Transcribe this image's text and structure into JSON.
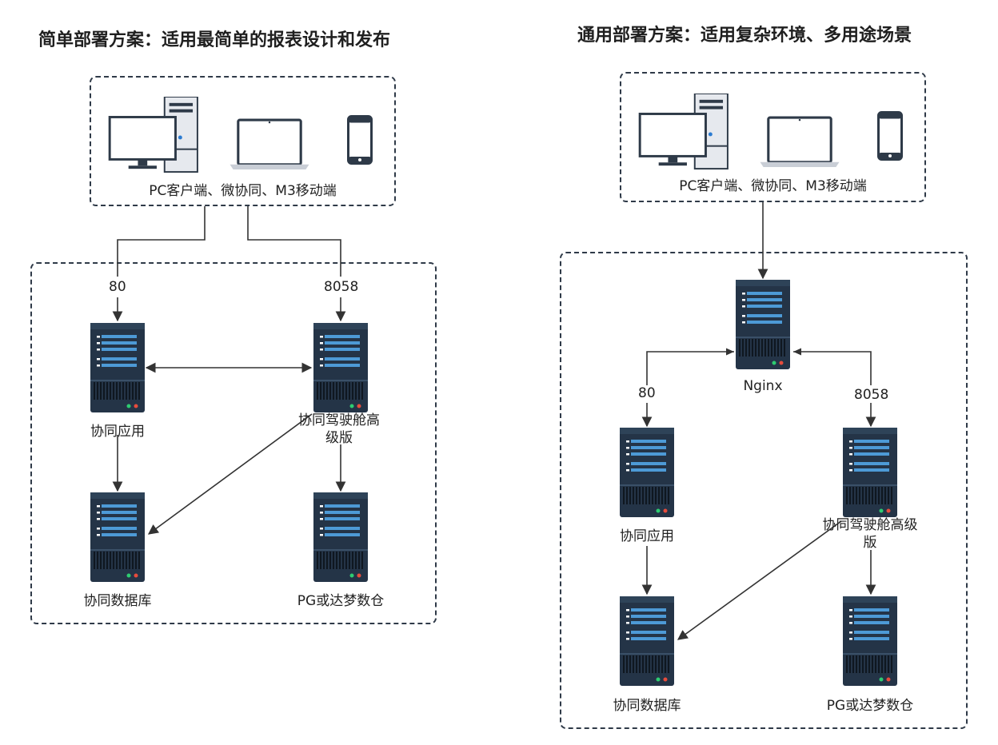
{
  "left": {
    "title": "简单部署方案：适用最简单的报表设计和发布",
    "clients_label": "PC客户端、微协同、M3移动端",
    "port_a": "80",
    "port_b": "8058",
    "nodes": {
      "app": "协同应用",
      "cockpit": "协同驾驶舱高级版",
      "db": "协同数据库",
      "warehouse": "PG或达梦数仓"
    }
  },
  "right": {
    "title": "通用部署方案：适用复杂环境、多用途场景",
    "clients_label": "PC客户端、微协同、M3移动端",
    "port_a": "80",
    "port_b": "8058",
    "nodes": {
      "nginx": "Nginx",
      "app": "协同应用",
      "cockpit": "协同驾驶舱高级版",
      "db": "协同数据库",
      "warehouse": "PG或达梦数仓"
    }
  },
  "colors": {
    "server_dark": "#243447",
    "server_stripe": "#4d9ad6",
    "line": "#333333",
    "border": "#2f3a48"
  }
}
